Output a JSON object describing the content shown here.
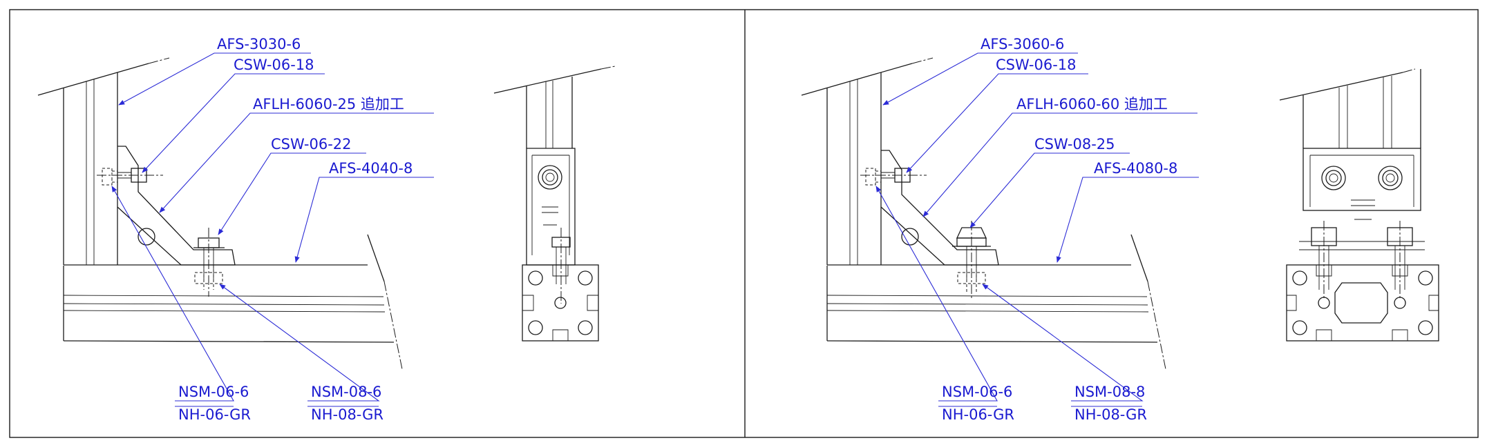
{
  "leader_color": "#1a1ad0",
  "left_view": {
    "labels": {
      "frame_profile": "AFS-3030-6",
      "bolt_upper": "CSW-06-18",
      "bracket": "AFLH-6060-25 追加工",
      "bolt_lower": "CSW-06-22",
      "base_profile": "AFS-4040-8",
      "nut_upper": "NSM-06-6",
      "nut_upper_holder": "NH-06-GR",
      "nut_lower": "NSM-08-6",
      "nut_lower_holder": "NH-08-GR"
    }
  },
  "right_view": {
    "labels": {
      "frame_profile": "AFS-3060-6",
      "bolt_upper": "CSW-06-18",
      "bracket": "AFLH-6060-60 追加工",
      "bolt_lower": "CSW-08-25",
      "base_profile": "AFS-4080-8",
      "nut_upper": "NSM-06-6",
      "nut_upper_holder": "NH-06-GR",
      "nut_lower": "NSM-08-8",
      "nut_lower_holder": "NH-08-GR"
    }
  }
}
